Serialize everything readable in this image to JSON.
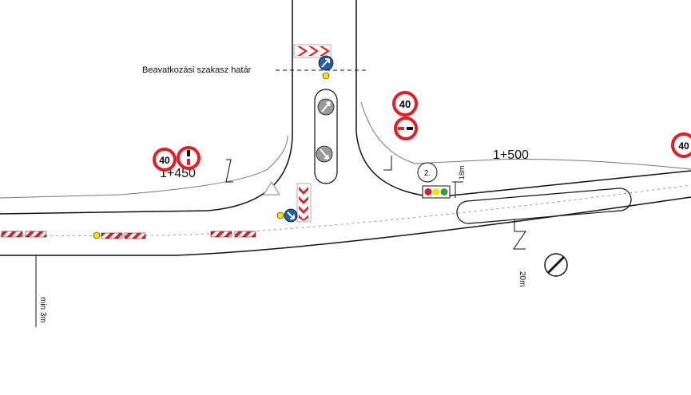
{
  "labels": {
    "boundary": "Beavatkozási szakasz határ",
    "chainage_left": "1+450",
    "chainage_right": "1+500",
    "dim_18": "18m",
    "dim_20": "20m",
    "dim_min3": "min 3m",
    "signal_number": "2."
  },
  "signs": {
    "speed_limit": "40"
  },
  "colors": {
    "line": "#111111",
    "red": "#e41e26",
    "blue": "#1f5fae",
    "yellow": "#f5e400",
    "grey": "#9a9a9a",
    "green": "#2ea043"
  }
}
